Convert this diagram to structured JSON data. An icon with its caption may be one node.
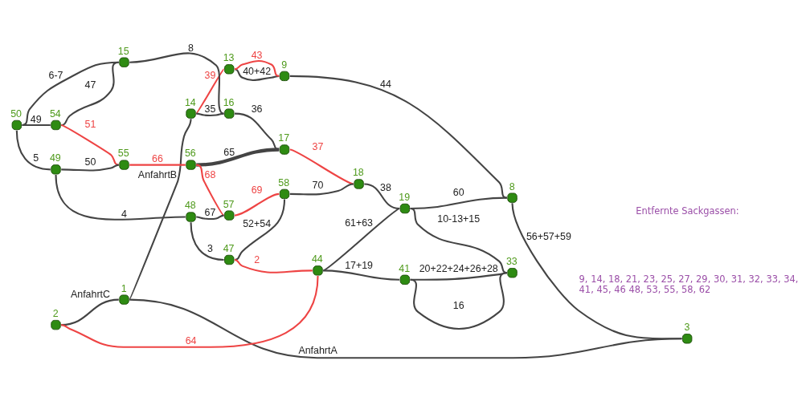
{
  "diagram": {
    "nodes": [
      {
        "text": [
          "1"
        ]
      },
      {
        "text": [
          "14"
        ]
      },
      {
        "text": [
          "3"
        ]
      },
      {
        "text": [
          "13"
        ]
      },
      {
        "text": [
          "9"
        ]
      },
      {
        "text": [
          "15"
        ]
      },
      {
        "text": [
          "16"
        ]
      },
      {
        "text": [
          "8"
        ]
      },
      {
        "text": [
          "54"
        ]
      },
      {
        "text": [
          "17"
        ]
      },
      {
        "text": [
          "55"
        ]
      },
      {
        "text": [
          "18"
        ]
      },
      {
        "text": [
          "50"
        ]
      },
      {
        "text": [
          "56"
        ]
      },
      {
        "text": [
          "19"
        ]
      },
      {
        "text": [
          "57"
        ]
      },
      {
        "text": [
          "33"
        ]
      },
      {
        "text": [
          "49"
        ]
      },
      {
        "text": [
          "58"
        ]
      },
      {
        "text": [
          "48"
        ]
      },
      {
        "text": [
          "47"
        ]
      },
      {
        "text": [
          "2"
        ]
      },
      {
        "text": [
          "44"
        ]
      },
      {
        "text": [
          "41"
        ]
      }
    ],
    "edges": [
      {
        "from": 0,
        "to": 2,
        "arrow": "none",
        "label": "AnfahrtA"
      },
      {
        "from": 0,
        "to": 1,
        "arrow": "none",
        "label": "AnfahrtB"
      },
      {
        "from": 21,
        "to": 0,
        "arrow": "none",
        "label": "AnfahrtC"
      },
      {
        "from": 1,
        "to": 3,
        "arrow": "none",
        "label": "39",
        "color": "#ee4444"
      },
      {
        "from": 1,
        "to": 6,
        "arrow": "none",
        "label": "35"
      },
      {
        "from": 3,
        "to": 4,
        "arrow": "none",
        "label": "40+42"
      },
      {
        "from": 3,
        "to": 4,
        "arrow": "none",
        "label": "43",
        "color": "#ee4444"
      },
      {
        "from": 4,
        "to": 7,
        "arrow": "none",
        "label": "44"
      },
      {
        "from": 7,
        "to": 2,
        "arrow": "none",
        "label": "56+57+59"
      },
      {
        "from": 12,
        "to": 5,
        "arrow": "none",
        "label": "6-7"
      },
      {
        "from": 5,
        "to": 6,
        "arrow": "none",
        "label": "8"
      },
      {
        "from": 8,
        "to": 5,
        "arrow": "none",
        "label": "47"
      },
      {
        "from": 6,
        "to": 9,
        "arrow": "none",
        "label": "36"
      },
      {
        "from": 12,
        "to": 8,
        "arrow": "none",
        "label": "49"
      },
      {
        "from": 8,
        "to": 10,
        "arrow": "none",
        "label": "51",
        "color": "#ee4444"
      },
      {
        "from": 13,
        "to": 9,
        "arrow": "none",
        "label": "65",
        "style": "thick"
      },
      {
        "from": 9,
        "to": 11,
        "arrow": "none",
        "label": "37",
        "color": "#ee4444"
      },
      {
        "from": 10,
        "to": 13,
        "arrow": "none",
        "label": "66",
        "color": "#ee4444"
      },
      {
        "from": 17,
        "to": 10,
        "arrow": "none",
        "label": "50"
      },
      {
        "from": 11,
        "to": 14,
        "arrow": "none",
        "label": "38"
      },
      {
        "from": 14,
        "to": 7,
        "arrow": "none",
        "label": "60"
      },
      {
        "from": 12,
        "to": 17,
        "arrow": "none",
        "label": "5"
      },
      {
        "from": 13,
        "to": 15,
        "arrow": "none",
        "label": "68",
        "color": "#ee4444"
      },
      {
        "from": 15,
        "to": 18,
        "arrow": "none",
        "label": "69",
        "color": "#ee4444"
      },
      {
        "from": 18,
        "to": 11,
        "arrow": "none",
        "label": "70"
      },
      {
        "from": 14,
        "to": 16,
        "arrow": "none",
        "label": "10-13+15"
      },
      {
        "from": 17,
        "to": 19,
        "arrow": "none",
        "label": "4"
      },
      {
        "from": 19,
        "to": 15,
        "arrow": "none",
        "label": "67"
      },
      {
        "from": 20,
        "to": 18,
        "arrow": "none",
        "label": "52+54"
      },
      {
        "from": 19,
        "to": 20,
        "arrow": "none",
        "label": "3"
      },
      {
        "from": 22,
        "to": 14,
        "arrow": "none",
        "label": "61+63"
      },
      {
        "from": 20,
        "to": 22,
        "arrow": "none",
        "label": "2",
        "color": "#ee4444"
      },
      {
        "from": 21,
        "to": 22,
        "arrow": "none",
        "label": "64",
        "color": "#ee4444"
      },
      {
        "from": 22,
        "to": 23,
        "arrow": "none",
        "label": "17+19"
      },
      {
        "from": 23,
        "to": 16,
        "arrow": "none",
        "label": "16"
      },
      {
        "from": 23,
        "to": 16,
        "arrow": "none",
        "label": "20+22+24+26+28"
      }
    ],
    "labels": [
      "Entfernte Sackgassen:",
      "9, 14, 18, 21, 23, 25, 27, 29, 30, 31, 32, 33, 34, 41, 45, 46 48, 53, 55, 58, 62"
    ]
  }
}
